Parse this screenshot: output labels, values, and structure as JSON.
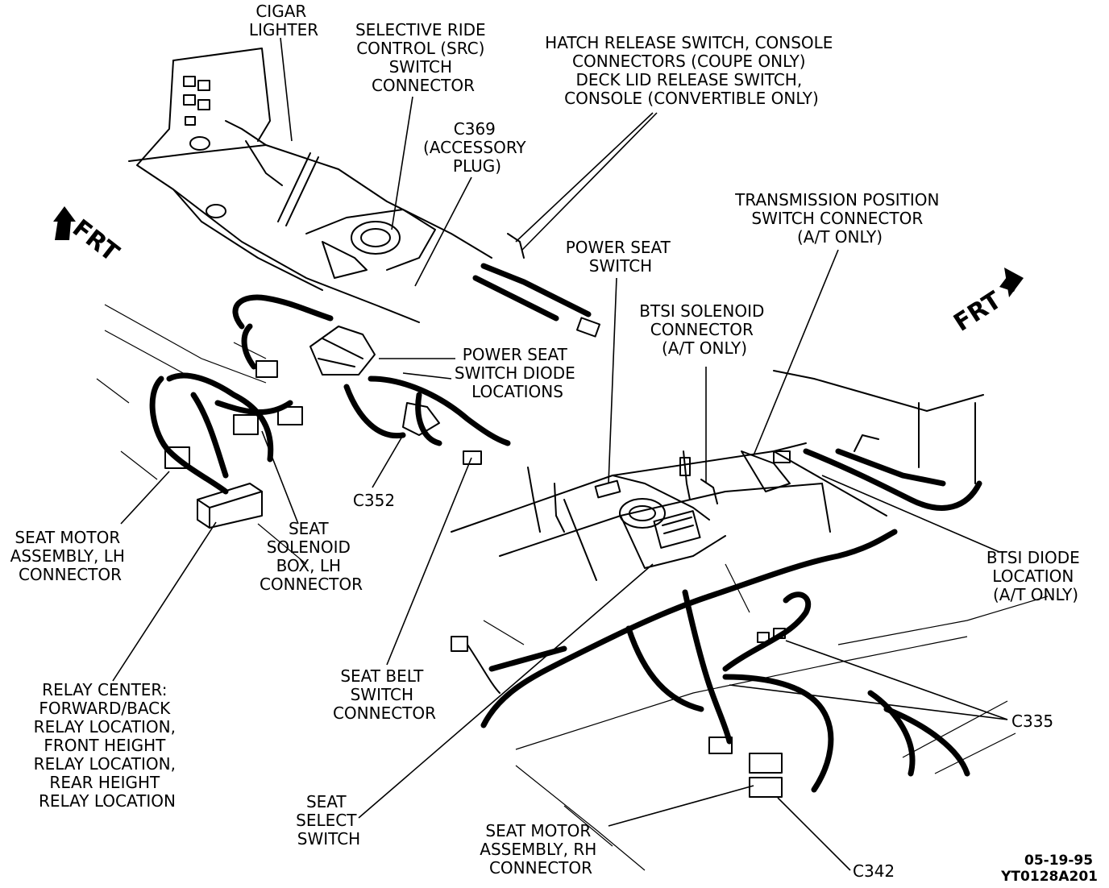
{
  "labels": {
    "cigar_lighter": [
      "CIGAR",
      "LIGHTER"
    ],
    "src_connector": [
      "SELECTIVE RIDE",
      "CONTROL (SRC)",
      "SWITCH",
      "CONNECTOR"
    ],
    "hatch_release": [
      "HATCH RELEASE SWITCH, CONSOLE",
      "CONNECTORS (COUPE ONLY)",
      "DECK LID RELEASE SWITCH,",
      "CONSOLE (CONVERTIBLE ONLY)"
    ],
    "c369": [
      "C369",
      "(ACCESSORY",
      "PLUG)"
    ],
    "transmission_position": [
      "TRANSMISSION POSITION",
      "SWITCH CONNECTOR",
      "(A/T ONLY)"
    ],
    "power_seat_switch": [
      "POWER SEAT",
      "SWITCH"
    ],
    "btsi_solenoid": [
      "BTSI SOLENOID",
      "CONNECTOR",
      "(A/T ONLY)"
    ],
    "power_seat_diode": [
      "POWER SEAT",
      "SWITCH DIODE",
      "LOCATIONS"
    ],
    "c352": [
      "C352"
    ],
    "seat_motor_lh": [
      "SEAT MOTOR",
      "ASSEMBLY, LH",
      "CONNECTOR"
    ],
    "seat_solenoid_box": [
      "SEAT",
      "SOLENOID",
      "BOX, LH",
      "CONNECTOR"
    ],
    "btsi_diode": [
      "BTSI DIODE",
      "LOCATION",
      "(A/T ONLY)"
    ],
    "relay_center": [
      "RELAY CENTER:",
      "FORWARD/BACK",
      "RELAY LOCATION,",
      "FRONT HEIGHT",
      "RELAY LOCATION,",
      "REAR HEIGHT",
      "RELAY LOCATION"
    ],
    "seat_belt_switch": [
      "SEAT BELT",
      "SWITCH",
      "CONNECTOR"
    ],
    "c335": [
      "C335"
    ],
    "seat_select_switch": [
      "SEAT",
      "SELECT",
      "SWITCH"
    ],
    "seat_motor_rh": [
      "SEAT MOTOR",
      "ASSEMBLY, RH",
      "CONNECTOR"
    ],
    "c342": [
      "C342"
    ]
  },
  "frt_left": "FRT",
  "frt_right": "FRT",
  "figure_code": [
    "05-19-95",
    "YT0128A201"
  ]
}
